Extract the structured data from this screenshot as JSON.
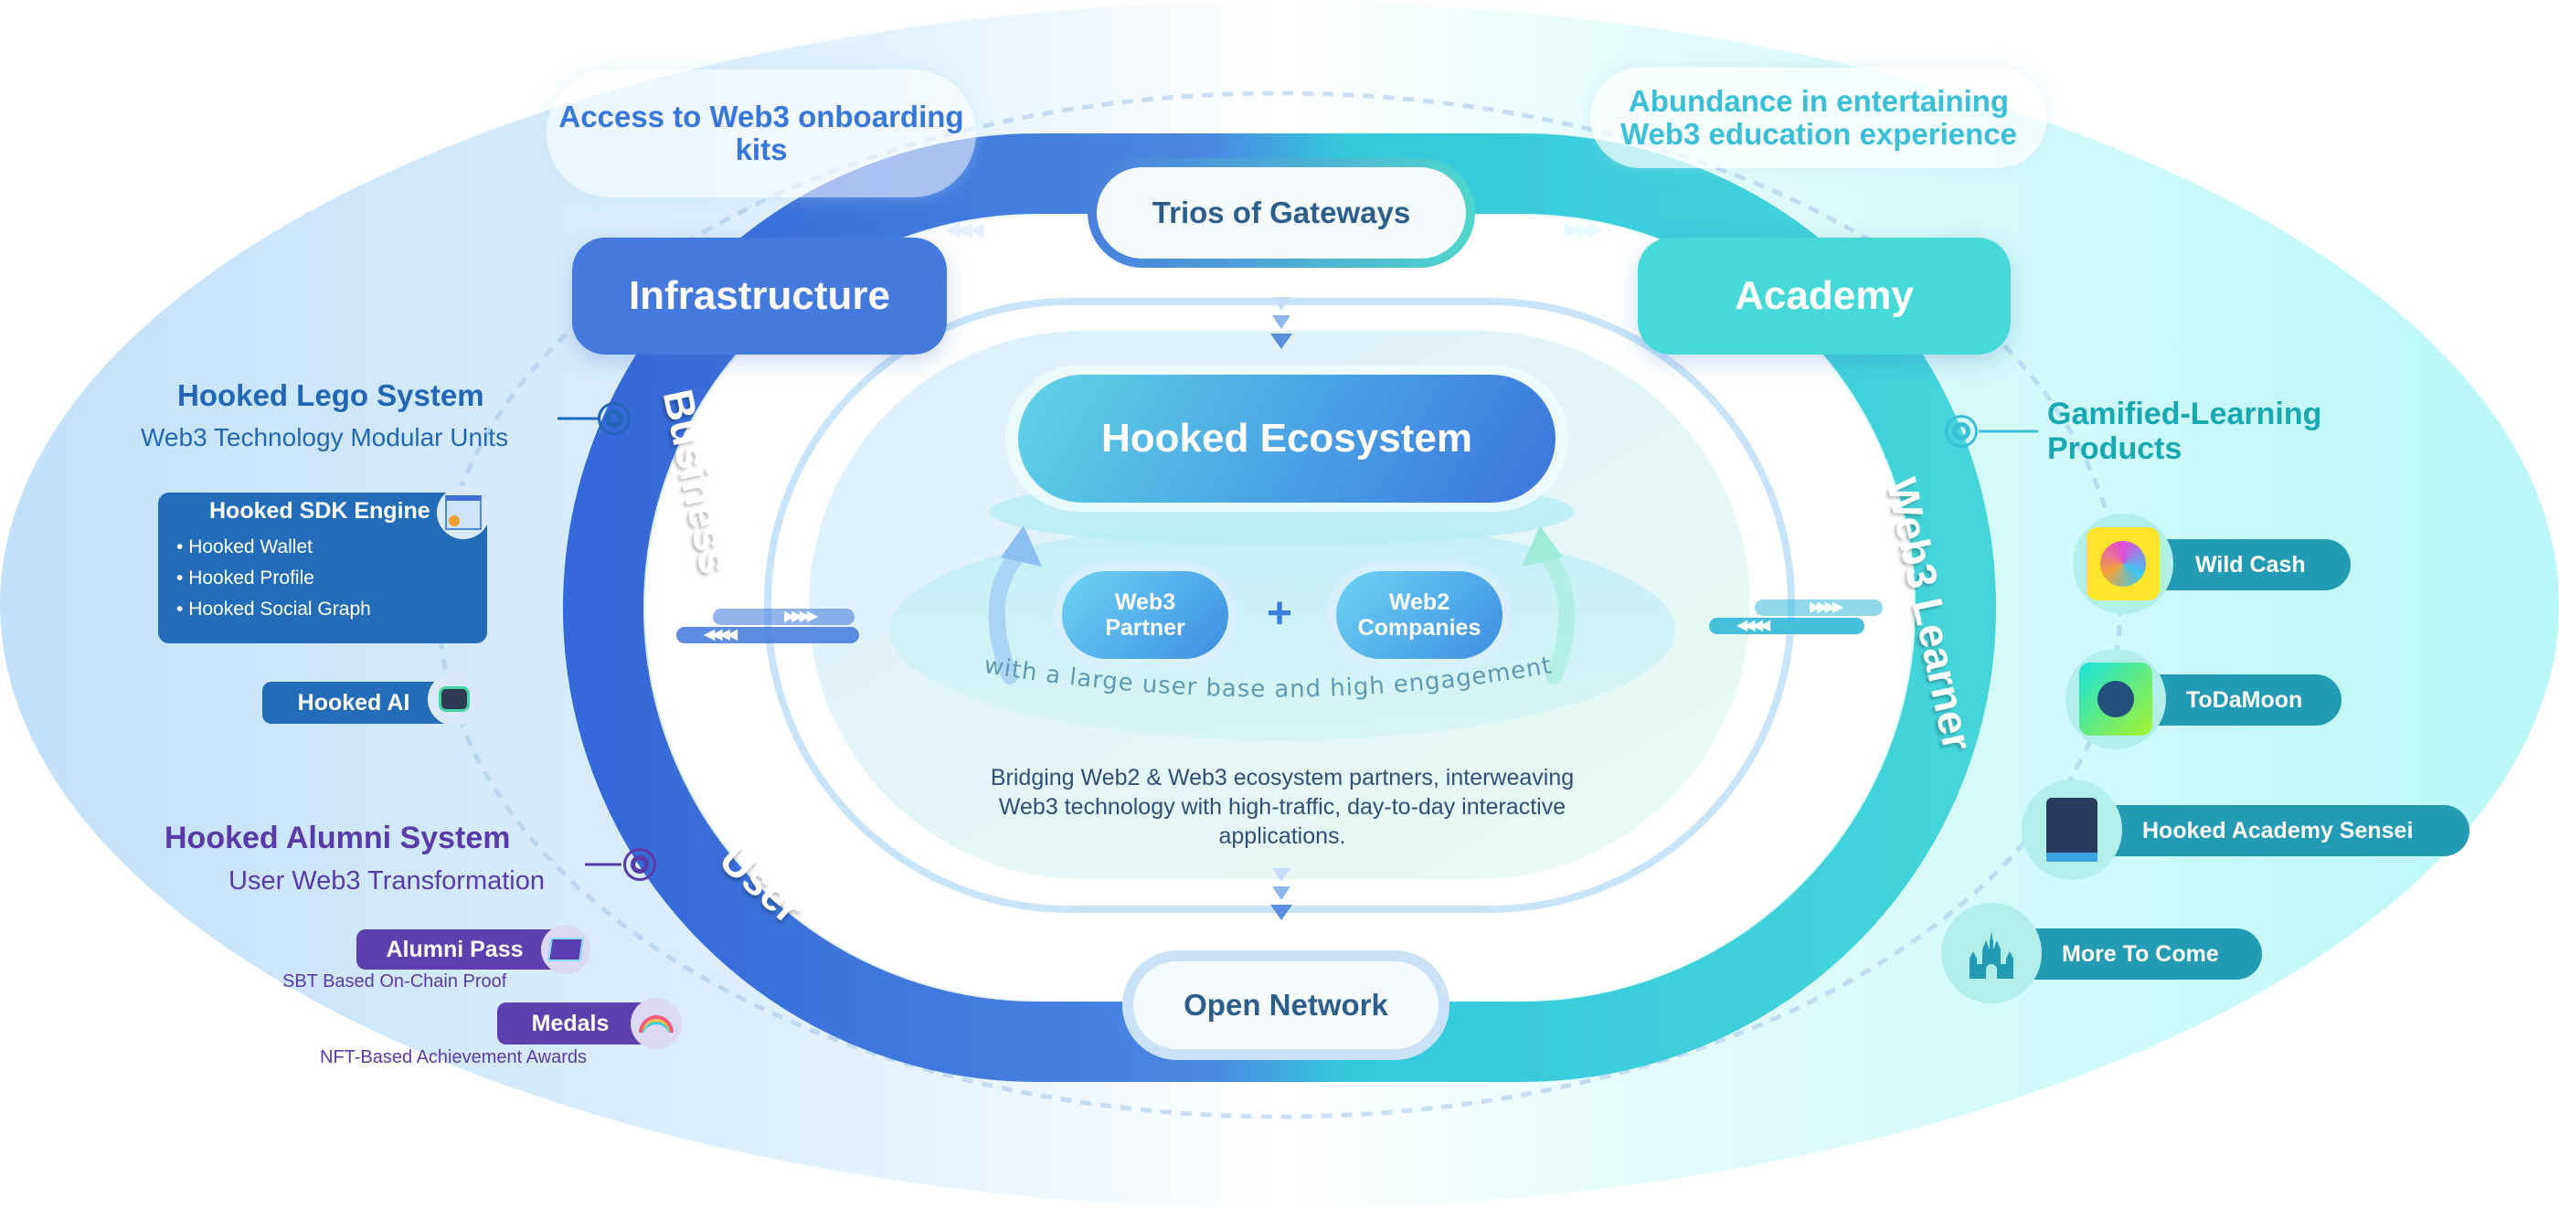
{
  "center": {
    "title": "Hooked Ecosystem",
    "partners": [
      {
        "line1": "Web3",
        "line2": "Partner"
      },
      {
        "line1": "Web2",
        "line2": "Companies"
      }
    ],
    "plus_symbol": "+",
    "curved_caption": "with a large user base and high engagement",
    "description": [
      "Bridging Web2 & Web3 ecosystem partners, interweaving",
      "Web3 technology with high-traffic, day-to-day interactive",
      "applications."
    ]
  },
  "gateways": {
    "top": "Trios of Gateways",
    "bottom": "Open Network"
  },
  "ring_nodes": {
    "infrastructure": "Infrastructure",
    "academy": "Academy"
  },
  "ring_labels": {
    "business": "Business",
    "user": "User",
    "web3_learner": "Web3 Learner"
  },
  "callouts": {
    "left_top": [
      "Access to Web3 onboarding",
      "kits"
    ],
    "right_top": [
      "Abundance in entertaining",
      "Web3 education experience"
    ]
  },
  "lego_system": {
    "title": "Hooked Lego System",
    "subtitle": "Web3 Technology Modular Units",
    "sdk_card": {
      "title": "Hooked SDK Engine",
      "items": [
        "Hooked Wallet",
        "Hooked Profile",
        "Hooked Social Graph"
      ],
      "icon": "sdk-window-gear-icon"
    },
    "ai": {
      "label": "Hooked AI",
      "icon": "robot-icon"
    }
  },
  "alumni_system": {
    "title": "Hooked Alumni System",
    "subtitle": "User Web3 Transformation",
    "items": [
      {
        "label": "Alumni Pass",
        "caption": "SBT Based On-Chain Proof",
        "icon": "ticket-pass-icon"
      },
      {
        "label": "Medals",
        "caption": "NFT-Based Achievement Awards",
        "icon": "rainbow-icon"
      }
    ]
  },
  "gamified": {
    "title": [
      "Gamified-Learning",
      "Products"
    ],
    "products": [
      {
        "label": "Wild Cash",
        "icon": "afro-avatar-icon"
      },
      {
        "label": "ToDaMoon",
        "icon": "planet-rocket-icon"
      },
      {
        "label": "Hooked Academy Sensei",
        "icon": "academy-badge-icon"
      },
      {
        "label": "More To Come",
        "icon": "castle-icon"
      }
    ]
  },
  "colors": {
    "blue_ring": "#3a6fdc",
    "teal_ring": "#3cd0d8",
    "infrastructure": "#4479dd",
    "academy": "#47d9d8",
    "lego_text": "#2266b5",
    "sdk_card": "#236db8",
    "alumni_text": "#5a3aa8",
    "alumni_pill": "#5e3fae",
    "gamified_text": "#17a8b2",
    "product_pill": "#239bb3",
    "callout_left": "#3877d9",
    "callout_right": "#3bbfd6",
    "gateway_text": "#2c5e8c",
    "description_text": "#2d4f78"
  }
}
